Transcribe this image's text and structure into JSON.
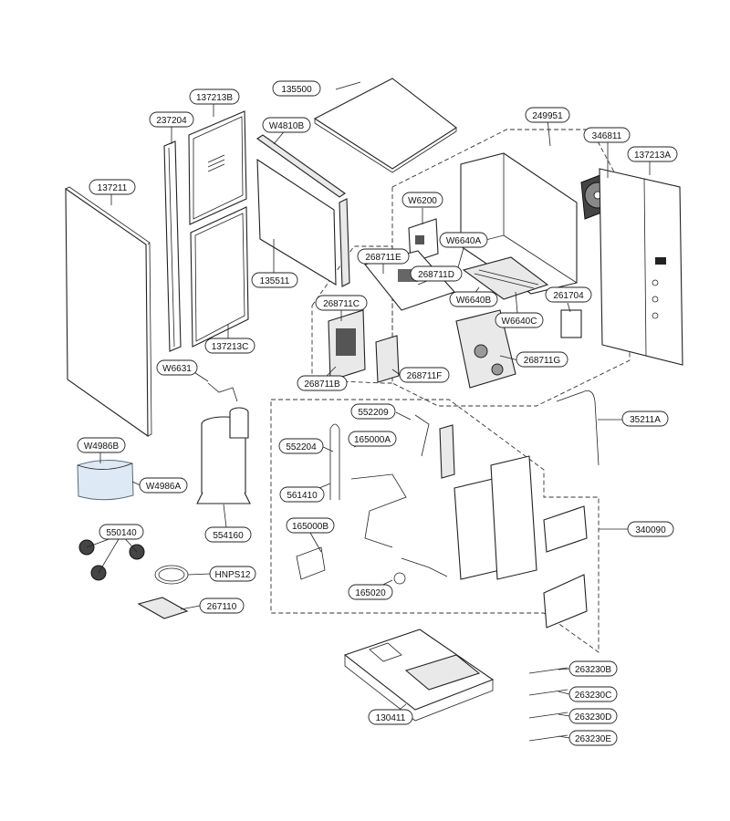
{
  "labels": {
    "p135500": "135500",
    "p137213B": "137213B",
    "p237204": "237204",
    "pW4810B": "W4810B",
    "p249951": "249951",
    "p346811": "346811",
    "p137213A": "137213A",
    "p137211": "137211",
    "pW6200": "W6200",
    "pW6640A": "W6640A",
    "p268711E": "268711E",
    "p268711D": "268711D",
    "p261704": "261704",
    "p135511": "135511",
    "pW6640B": "W6640B",
    "p268711C": "268711C",
    "pW6640C": "W6640C",
    "p137213C": "137213C",
    "p268711G": "268711G",
    "pW6631": "W6631",
    "p268711B": "268711B",
    "p268711F": "268711F",
    "p552209": "552209",
    "p35211A": "35211A",
    "pW4986B": "W4986B",
    "p552204": "552204",
    "p165000A": "165000A",
    "pW4986A": "W4986A",
    "p561410": "561410",
    "p554160": "554160",
    "p550140": "550140",
    "p165000B": "165000B",
    "p340090": "340090",
    "pHNPS12": "HNPS12",
    "p165020": "165020",
    "p267110": "267110",
    "p263230B": "263230B",
    "p263230C": "263230C",
    "p130411": "130411",
    "p263230D": "263230D",
    "p263230E": "263230E"
  }
}
